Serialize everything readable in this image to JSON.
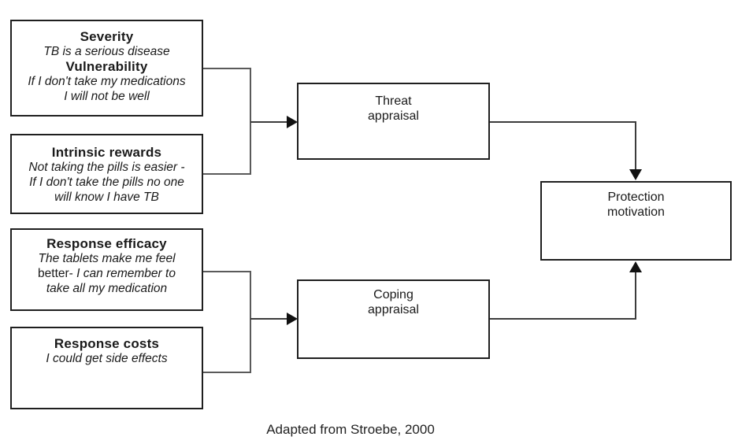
{
  "diagram": {
    "caption": "Adapted from Stroebe, 2000",
    "boxes": {
      "severity_vulnerability": {
        "heading1": "Severity",
        "line1": "TB is a serious disease",
        "heading2": "Vulnerability",
        "line2": "If I don't take my medications",
        "line3": "I will not be well"
      },
      "intrinsic_rewards": {
        "heading": "Intrinsic rewards",
        "line1": "Not taking the pills is easier  -",
        "line2": "If I don't take the pills no one",
        "line3": "will know I have TB"
      },
      "response_efficacy": {
        "heading": "Response efficacy",
        "line1": "The tablets make me feel",
        "line2_plain": "better-",
        "line2_italic": " I can remember to",
        "line3": "take all my medication"
      },
      "response_costs": {
        "heading": "Response costs",
        "line1": "I could get side effects"
      },
      "threat_appraisal": {
        "line1": "Threat",
        "line2": "appraisal"
      },
      "coping_appraisal": {
        "line1": "Coping",
        "line2": "appraisal"
      },
      "protection_motivation": {
        "line1": "Protection",
        "line2": "motivation"
      }
    },
    "colors": {
      "box_border": "#1f1f1f",
      "bracket_line": "#5a5a5a",
      "connector_line": "#3c3c3c",
      "arrowhead": "#111111",
      "text": "#1a1a1a",
      "background": "#ffffff"
    }
  }
}
